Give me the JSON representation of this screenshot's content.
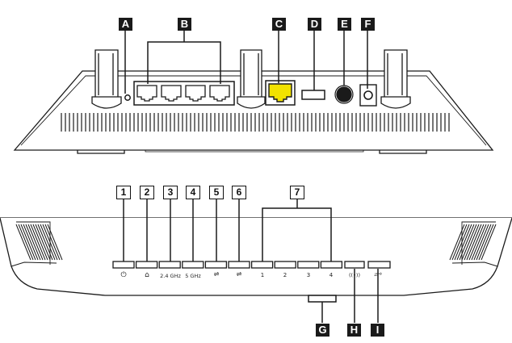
{
  "callouts_top": {
    "A": "A",
    "B": "B",
    "C": "C",
    "D": "D",
    "E": "E",
    "F": "F"
  },
  "callouts_bottom": {
    "G": "G",
    "H": "H",
    "I": "I"
  },
  "numbered": {
    "n1": "1",
    "n2": "2",
    "n3": "3",
    "n4": "4",
    "n5": "5",
    "n6": "6",
    "n7": "7"
  },
  "indicators": {
    "power": "⏻",
    "internet": "⌂",
    "ghz24": "2.4 GHz",
    "ghz5": "5 GHz",
    "usb1": "⇌",
    "usb2": "⇌",
    "lan1": "1",
    "lan2": "2",
    "lan3": "3",
    "lan4": "4",
    "wps": "((•))",
    "wifi": "𝄹"
  },
  "colors": {
    "wan_port": "#f2e200",
    "ink": "#1a1a1a"
  }
}
